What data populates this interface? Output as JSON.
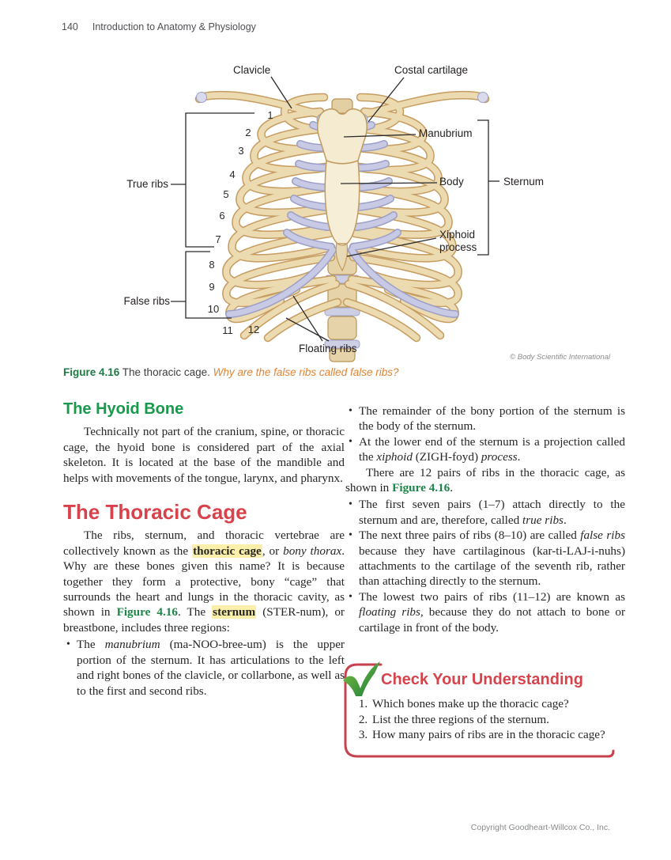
{
  "page": {
    "number": "140",
    "running_head": "Introduction to Anatomy & Physiology",
    "copyright": "Copyright Goodheart-Willcox Co., Inc."
  },
  "figure": {
    "credit": "© Body Scientific International",
    "caption": {
      "label": "Figure 4.16",
      "text": "The thoracic cage.",
      "question": "Why are the false ribs called false ribs?"
    },
    "labels": {
      "clavicle": "Clavicle",
      "costal_cartilage": "Costal cartilage",
      "manubrium": "Manubrium",
      "body": "Body",
      "sternum": "Sternum",
      "xiphoid_process": "Xiphoid process",
      "true_ribs": "True ribs",
      "false_ribs": "False ribs",
      "floating_ribs": "Floating ribs"
    },
    "rib_numbers": [
      "1",
      "2",
      "3",
      "4",
      "5",
      "6",
      "7",
      "8",
      "9",
      "10",
      "11",
      "12"
    ]
  },
  "sections": {
    "hyoid": {
      "heading": "The Hyoid Bone",
      "paragraph": "Technically not part of the cranium, spine, or thoracic cage, the hyoid bone is considered part of the axial skeleton. It is located at the base of the mandible and helps with movements of the tongue, larynx, and pharynx."
    },
    "thoracic": {
      "heading": "The Thoracic Cage",
      "intro": [
        {
          "t": "The ribs, sternum, and thoracic vertebrae are collectively known as the "
        },
        {
          "t": "thoracic cage",
          "s": "hl"
        },
        {
          "t": ", or "
        },
        {
          "t": "bony thorax",
          "s": "i"
        },
        {
          "t": ". Why are these bones given this name? It is because together they form a protective, bony “cage” that surrounds the heart and lungs in the thoracic cavity, as shown in "
        },
        {
          "t": "Figure 4.16",
          "s": "fig"
        },
        {
          "t": ". The "
        },
        {
          "t": "sternum",
          "s": "hl"
        },
        {
          "t": " (STER-num), or breastbone, includes three regions:"
        }
      ],
      "bullets_left": [
        [
          {
            "t": "The "
          },
          {
            "t": "manubrium",
            "s": "i"
          },
          {
            "t": " (ma-NOO-bree-um) is the upper portion of the sternum. It has articulations to the left and right bones of the clavicle, or collarbone, as well as to the first and second ribs."
          }
        ]
      ],
      "bullets_right_top": [
        [
          {
            "t": "The remainder of the bony portion of the sternum is the body of the sternum."
          }
        ],
        [
          {
            "t": "At the lower end of the sternum is a projection called the "
          },
          {
            "t": "xiphoid",
            "s": "i"
          },
          {
            "t": " (ZIGH-foyd) "
          },
          {
            "t": "process",
            "s": "i"
          },
          {
            "t": "."
          }
        ]
      ],
      "ribs_paragraph": [
        {
          "t": "There are 12 pairs of ribs in the thoracic cage, as shown in "
        },
        {
          "t": "Figure 4.16",
          "s": "fig"
        },
        {
          "t": "."
        }
      ],
      "bullets_right_bottom": [
        [
          {
            "t": "The first seven pairs (1–7) attach directly to the sternum and are, therefore, called "
          },
          {
            "t": "true ribs",
            "s": "i"
          },
          {
            "t": "."
          }
        ],
        [
          {
            "t": "The next three pairs of ribs (8–10) are called "
          },
          {
            "t": "false ribs",
            "s": "i"
          },
          {
            "t": " because they have cartilaginous (kar-ti-LAJ-i-nuhs) attachments to the cartilage of the seventh rib, rather than attaching directly to the sternum."
          }
        ],
        [
          {
            "t": "The lowest two pairs of ribs (11–12) are known as "
          },
          {
            "t": "floating ribs",
            "s": "i"
          },
          {
            "t": ", because they do not attach to bone or cartilage in front of the body."
          }
        ]
      ]
    },
    "check": {
      "title": "Check Your Understanding",
      "questions": [
        "Which bones make up the thoracic cage?",
        "List the three regions of the sternum.",
        "How many pairs of ribs are in the thoracic cage?"
      ]
    }
  },
  "colors": {
    "heading_green": "#18994b",
    "heading_red": "#d8434b",
    "caption_green": "#1d7a43",
    "caption_orange": "#e08434",
    "highlight_yellow": "#fcefa9",
    "box_border_red": "#c8414f",
    "bone": "#ecdab0",
    "cartilage": "#c7c9e5"
  }
}
